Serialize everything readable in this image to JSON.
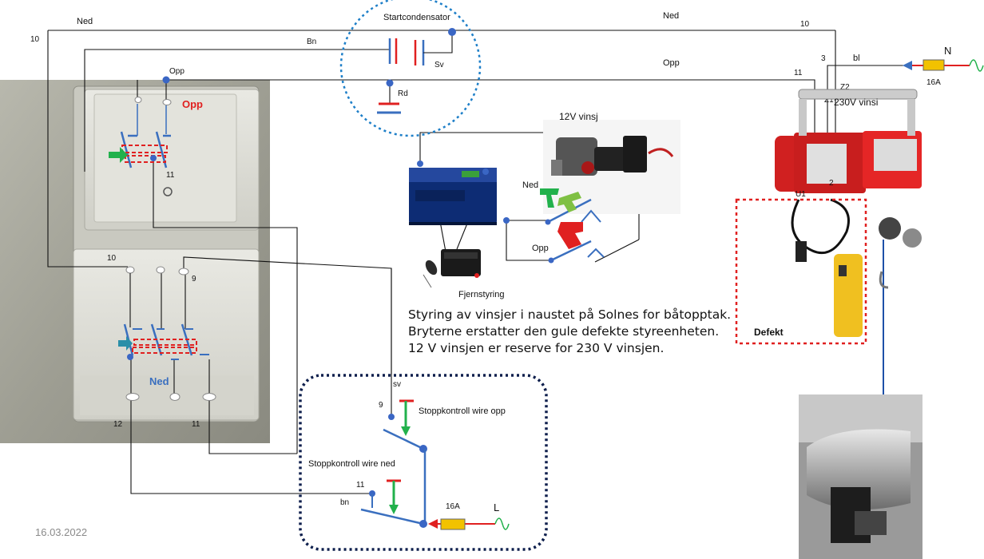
{
  "wire_labels": {
    "ned_top_left": "Ned",
    "ned_top_right": "Ned",
    "opp_right": "Opp",
    "opp_switch": "Opp",
    "ten_left": "10",
    "ten_right": "10",
    "eleven_right": "11",
    "three": "3",
    "bl": "bl",
    "bn_top": "Bn",
    "sv_cap": "Sv",
    "rd_cap": "Rd",
    "z1": "Z1",
    "z2": "Z2",
    "u1": "U1",
    "u2": "2",
    "n_label": "N",
    "fuse_top": "16A"
  },
  "components": {
    "start_capacitor": "Startcondensator",
    "winch_12v": "12V vinsj",
    "winch_230v": "230V vinsi",
    "remote": "Fjernstyring",
    "defect": "Defekt",
    "ned_12v": "Ned",
    "opp_12v": "Opp"
  },
  "switch_upper": {
    "title": "Opp",
    "label_11": "11"
  },
  "switch_lower": {
    "title": "Ned",
    "label_10": "10",
    "label_9": "9",
    "label_12": "12",
    "label_11": "11"
  },
  "stop_box": {
    "sv": "sv",
    "nine": "9",
    "eleven": "11",
    "bn": "bn",
    "stop_up": "Stoppkontroll wire opp",
    "stop_down": "Stoppkontroll wire ned",
    "fuse": "16A",
    "l_label": "L"
  },
  "note_lines": [
    "Styring av vinsjer i naustet på Solnes for båtopptak.",
    "Bryterne erstatter den gule defekte styreenheten.",
    "12 V vinsjen er reserve for 230 V vinsjen."
  ],
  "date": "16.03.2022",
  "colors": {
    "wire": "#111111",
    "blue": "#3a6fbf",
    "dot": "#3a66c4",
    "red": "#e02020",
    "green": "#22b14c",
    "fuse": "#f2c200",
    "capacitor_ring": "#1e7fc8",
    "stop_ring": "#0e1f4d"
  }
}
